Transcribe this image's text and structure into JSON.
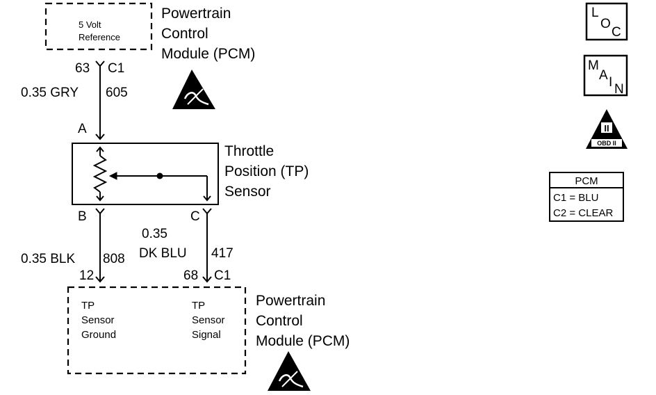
{
  "top_module": {
    "box_line1": "5 Volt",
    "box_line2": "Reference",
    "name_line1": "Powertrain",
    "name_line2": "Control",
    "name_line3": "Module (PCM)"
  },
  "wire_a": {
    "pin": "63",
    "connector": "C1",
    "gauge_color": "0.35 GRY",
    "circuit": "605",
    "sensor_pin": "A"
  },
  "sensor": {
    "name_line1": "Throttle",
    "name_line2": "Position (TP)",
    "name_line3": "Sensor",
    "pin_b": "B",
    "pin_c": "C"
  },
  "wire_b": {
    "gauge_color": "0.35 BLK",
    "circuit": "808",
    "pin": "12"
  },
  "wire_c": {
    "gauge_line1": "0.35",
    "gauge_line2": "DK BLU",
    "circuit": "417",
    "pin": "68",
    "connector": "C1"
  },
  "bottom_module": {
    "ground_line1": "TP",
    "ground_line2": "Sensor",
    "ground_line3": "Ground",
    "signal_line1": "TP",
    "signal_line2": "Sensor",
    "signal_line3": "Signal",
    "name_line1": "Powertrain",
    "name_line2": "Control",
    "name_line3": "Module (PCM)"
  },
  "side_icons": {
    "loc_letters": [
      "L",
      "O",
      "C"
    ],
    "main_letters": [
      "M",
      "A",
      "I",
      "N"
    ],
    "obd_numeral": "II",
    "obd_label": "OBD II"
  },
  "pcm_legend": {
    "title": "PCM",
    "row1": "C1 = BLU",
    "row2": "C2 = CLEAR"
  },
  "icons": {
    "esd_top": "esd-warning-icon",
    "esd_bottom": "esd-warning-icon",
    "obd": "obd-ii-triangle-icon",
    "loc": "location-icon",
    "main": "main-icon"
  }
}
